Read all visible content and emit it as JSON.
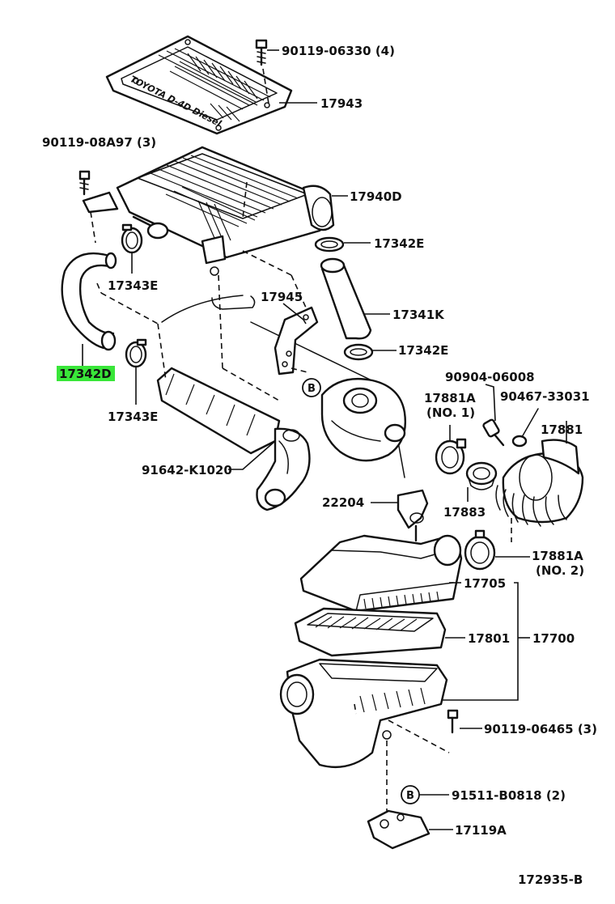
{
  "diagram": {
    "highlight_color": "#39e639",
    "ink_color": "#111111",
    "logo_text": "TOYOTA D-4D Diesel",
    "ref_number": "172935-B",
    "parts": [
      {
        "id": "p-90119-06330",
        "label": "90119-06330 (4)"
      },
      {
        "id": "p-17943",
        "label": "17943"
      },
      {
        "id": "p-90119-08a97",
        "label": "90119-08A97 (3)"
      },
      {
        "id": "p-17940d",
        "label": "17940D"
      },
      {
        "id": "p-17342e-top",
        "label": "17342E"
      },
      {
        "id": "p-17343e-top",
        "label": "17343E"
      },
      {
        "id": "p-17945",
        "label": "17945"
      },
      {
        "id": "p-17341k",
        "label": "17341K"
      },
      {
        "id": "p-17342e-bot",
        "label": "17342E"
      },
      {
        "id": "p-17342d",
        "label": "17342D",
        "highlighted": true
      },
      {
        "id": "p-90904-06008",
        "label": "90904-06008"
      },
      {
        "id": "p-17881a-1",
        "label": "17881A"
      },
      {
        "id": "p-17881a-1-note",
        "label": "(NO. 1)"
      },
      {
        "id": "p-90467-33031",
        "label": "90467-33031"
      },
      {
        "id": "p-17343e-bot",
        "label": "17343E"
      },
      {
        "id": "p-17881",
        "label": "17881"
      },
      {
        "id": "p-91642-k1020",
        "label": "91642-K1020"
      },
      {
        "id": "p-22204",
        "label": "22204"
      },
      {
        "id": "p-17883",
        "label": "17883"
      },
      {
        "id": "p-17881a-2",
        "label": "17881A"
      },
      {
        "id": "p-17881a-2-note",
        "label": "(NO. 2)"
      },
      {
        "id": "p-17705",
        "label": "17705"
      },
      {
        "id": "p-17801",
        "label": "17801"
      },
      {
        "id": "p-17700",
        "label": "17700"
      },
      {
        "id": "p-90119-06465",
        "label": "90119-06465 (3)"
      },
      {
        "id": "p-91511-b0818",
        "label": "91511-B0818 (2)"
      },
      {
        "id": "p-17119a",
        "label": "17119A"
      }
    ],
    "callouts": [
      {
        "id": "callout-b-top",
        "label": "B"
      },
      {
        "id": "callout-b-bottom",
        "label": "B"
      }
    ]
  }
}
